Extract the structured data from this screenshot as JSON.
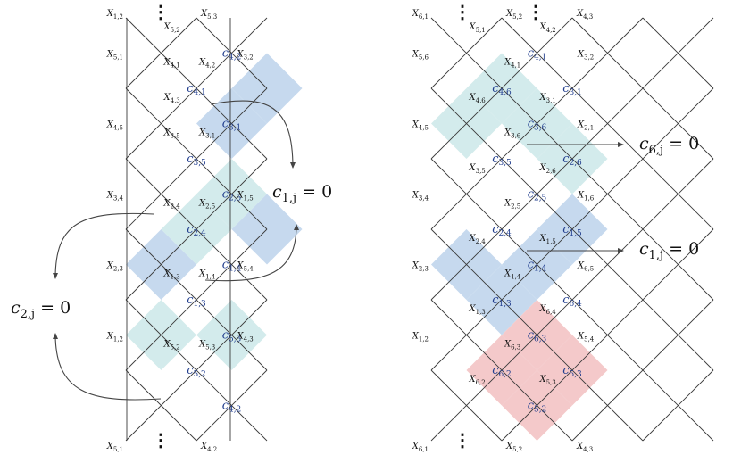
{
  "colors": {
    "blue": "#c6d9ee",
    "teal": "#d3ebec",
    "pink": "#f4c9ca",
    "line": "#3a3a3a",
    "cellLabel": "#24408f"
  },
  "panels": [
    {
      "id": "left",
      "shaded": [
        {
          "cell": [
            1,
            1
          ],
          "color": "blue"
        },
        {
          "cell": [
            1,
            2
          ],
          "color": "blue"
        },
        {
          "cell": [
            1,
            4
          ],
          "color": "teal"
        },
        {
          "cell": [
            0,
            5
          ],
          "color": "teal"
        },
        {
          "cell": [
            1,
            5
          ],
          "color": "blue"
        },
        {
          "cell": [
            0,
            6
          ],
          "color": "blue"
        },
        {
          "cell": [
            0,
            8
          ],
          "color": "teal"
        },
        {
          "cell": [
            1,
            8
          ],
          "color": "teal"
        }
      ],
      "cells": [
        {
          "cell": [
            1,
            0
          ],
          "b": "c",
          "s": "4,2"
        },
        {
          "cell": [
            0,
            1
          ],
          "b": "c",
          "s": "4,1"
        },
        {
          "cell": [
            1,
            2
          ],
          "b": "c",
          "s": "3,1"
        },
        {
          "cell": [
            0,
            3
          ],
          "b": "c",
          "s": "3,5"
        },
        {
          "cell": [
            1,
            4
          ],
          "b": "c",
          "s": "2,5"
        },
        {
          "cell": [
            0,
            5
          ],
          "b": "c",
          "s": "2,4"
        },
        {
          "cell": [
            1,
            6
          ],
          "b": "c",
          "s": "1,4"
        },
        {
          "cell": [
            0,
            7
          ],
          "b": "c",
          "s": "1,3"
        },
        {
          "cell": [
            1,
            8
          ],
          "b": "c",
          "s": "5,3"
        },
        {
          "cell": [
            0,
            9
          ],
          "b": "c",
          "s": "5,2"
        },
        {
          "cell": [
            1,
            10
          ],
          "b": "c",
          "s": "4,2"
        }
      ],
      "labels": [
        {
          "at": "T0",
          "b": "X",
          "s": "1,2"
        },
        {
          "at": "T2",
          "b": "X",
          "s": "5,3"
        },
        {
          "at": "R0",
          "b": "X",
          "s": "5,2"
        },
        {
          "at": "R2",
          "b": "X",
          "s": "4,3"
        },
        {
          "at": "L1",
          "b": "X",
          "s": "5,1"
        },
        {
          "at": "M1",
          "b": "X",
          "s": "4,2"
        },
        {
          "at": "R1",
          "b": "X",
          "s": "4,1"
        },
        {
          "at": "K1",
          "b": "X",
          "s": "3,2"
        },
        {
          "at": "L3",
          "b": "X",
          "s": "4,5"
        },
        {
          "at": "M3",
          "b": "X",
          "s": "3,1"
        },
        {
          "at": "R3",
          "b": "X",
          "s": "3,5"
        },
        {
          "at": "L5",
          "b": "X",
          "s": "3,4"
        },
        {
          "at": "M5",
          "b": "X",
          "s": "2,5"
        },
        {
          "at": "R5",
          "b": "X",
          "s": "2,4"
        },
        {
          "at": "K5",
          "b": "X",
          "s": "1,5"
        },
        {
          "at": "L7",
          "b": "X",
          "s": "2,3"
        },
        {
          "at": "M7",
          "b": "X",
          "s": "1,4"
        },
        {
          "at": "R7",
          "b": "X",
          "s": "1,3"
        },
        {
          "at": "K7",
          "b": "X",
          "s": "5,4"
        },
        {
          "at": "L9",
          "b": "X",
          "s": "1,2"
        },
        {
          "at": "M9",
          "b": "X",
          "s": "5,3"
        },
        {
          "at": "R9",
          "b": "X",
          "s": "5,2"
        },
        {
          "at": "K9",
          "b": "X",
          "s": "4,3"
        },
        {
          "at": "B0",
          "b": "X",
          "s": "5,1"
        },
        {
          "at": "B2",
          "b": "X",
          "s": "4,2"
        }
      ]
    },
    {
      "id": "right",
      "shaded": [
        {
          "cell": [
            0,
            1
          ],
          "color": "teal"
        },
        {
          "cell": [
            0,
            2
          ],
          "color": "teal"
        },
        {
          "cell": [
            1,
            2
          ],
          "color": "teal"
        },
        {
          "cell": [
            1,
            3
          ],
          "color": "teal"
        },
        {
          "cell": [
            1,
            5
          ],
          "color": "blue"
        },
        {
          "cell": [
            1,
            6
          ],
          "color": "blue"
        },
        {
          "cell": [
            0,
            6
          ],
          "color": "blue"
        },
        {
          "cell": [
            0,
            7
          ],
          "color": "blue"
        },
        {
          "cell": [
            1,
            8
          ],
          "color": "pink"
        },
        {
          "cell": [
            0,
            9
          ],
          "color": "pink"
        },
        {
          "cell": [
            1,
            9
          ],
          "color": "pink"
        },
        {
          "cell": [
            1,
            10
          ],
          "color": "pink"
        }
      ],
      "cells": [
        {
          "cell": [
            1,
            0
          ],
          "b": "c",
          "s": "4,1"
        },
        {
          "cell": [
            0,
            1
          ],
          "b": "c",
          "s": "4,6"
        },
        {
          "cell": [
            1,
            1
          ],
          "b": "c",
          "s": "3,1"
        },
        {
          "cell": [
            1,
            2
          ],
          "b": "c",
          "s": "3,6"
        },
        {
          "cell": [
            0,
            3
          ],
          "b": "c",
          "s": "3,5"
        },
        {
          "cell": [
            1,
            3
          ],
          "b": "c",
          "s": "2,6"
        },
        {
          "cell": [
            1,
            4
          ],
          "b": "c",
          "s": "2,5"
        },
        {
          "cell": [
            0,
            5
          ],
          "b": "c",
          "s": "2,4"
        },
        {
          "cell": [
            1,
            5
          ],
          "b": "c",
          "s": "1,5"
        },
        {
          "cell": [
            1,
            6
          ],
          "b": "c",
          "s": "1,4"
        },
        {
          "cell": [
            0,
            7
          ],
          "b": "c",
          "s": "1,3"
        },
        {
          "cell": [
            1,
            7
          ],
          "b": "c",
          "s": "6,4"
        },
        {
          "cell": [
            1,
            8
          ],
          "b": "c",
          "s": "6,3"
        },
        {
          "cell": [
            0,
            9
          ],
          "b": "c",
          "s": "6,2"
        },
        {
          "cell": [
            1,
            9
          ],
          "b": "c",
          "s": "5,3"
        },
        {
          "cell": [
            1,
            10
          ],
          "b": "c",
          "s": "5,2"
        }
      ],
      "labels": [
        {
          "at": "T0",
          "b": "X",
          "s": "6,1"
        },
        {
          "at": "T2",
          "b": "X",
          "s": "5,2"
        },
        {
          "at": "T4",
          "b": "X",
          "s": "4,3"
        },
        {
          "at": "R0",
          "b": "X",
          "s": "5,1"
        },
        {
          "at": "K0",
          "b": "X",
          "s": "4,2"
        },
        {
          "at": "L1",
          "b": "X",
          "s": "5,6"
        },
        {
          "at": "M1",
          "b": "X",
          "s": "4,1"
        },
        {
          "at": "E1",
          "b": "X",
          "s": "3,2"
        },
        {
          "at": "R2",
          "b": "X",
          "s": "4,6"
        },
        {
          "at": "K2",
          "b": "X",
          "s": "3,1"
        },
        {
          "at": "L3",
          "b": "X",
          "s": "4,5"
        },
        {
          "at": "M3",
          "b": "X",
          "s": "3,6"
        },
        {
          "at": "E3",
          "b": "X",
          "s": "2,1"
        },
        {
          "at": "R4",
          "b": "X",
          "s": "3,5"
        },
        {
          "at": "K4",
          "b": "X",
          "s": "2,6"
        },
        {
          "at": "L5",
          "b": "X",
          "s": "3,4"
        },
        {
          "at": "M5",
          "b": "X",
          "s": "2,5"
        },
        {
          "at": "E5",
          "b": "X",
          "s": "1,6"
        },
        {
          "at": "R6",
          "b": "X",
          "s": "2,4"
        },
        {
          "at": "K6",
          "b": "X",
          "s": "1,5"
        },
        {
          "at": "L7",
          "b": "X",
          "s": "2,3"
        },
        {
          "at": "M7",
          "b": "X",
          "s": "1,4"
        },
        {
          "at": "E7",
          "b": "X",
          "s": "6,5"
        },
        {
          "at": "R8",
          "b": "X",
          "s": "1,3"
        },
        {
          "at": "K8",
          "b": "X",
          "s": "6,4"
        },
        {
          "at": "L9",
          "b": "X",
          "s": "1,2"
        },
        {
          "at": "M9",
          "b": "X",
          "s": "6,3"
        },
        {
          "at": "E9",
          "b": "X",
          "s": "5,4"
        },
        {
          "at": "R10",
          "b": "X",
          "s": "6,2"
        },
        {
          "at": "K10",
          "b": "X",
          "s": "5,3"
        },
        {
          "at": "B0",
          "b": "X",
          "s": "6,1"
        },
        {
          "at": "B2",
          "b": "X",
          "s": "5,2"
        },
        {
          "at": "B4",
          "b": "X",
          "s": "4,3"
        }
      ]
    }
  ],
  "equations": [
    {
      "id": "left-c1",
      "base": "c",
      "sub": "1,j",
      "rest": " = 0"
    },
    {
      "id": "left-c2",
      "base": "c",
      "sub": "2,j",
      "rest": " = 0"
    },
    {
      "id": "right-c6",
      "base": "c",
      "sub": "6,j",
      "rest": " = 0"
    },
    {
      "id": "right-c1",
      "base": "c",
      "sub": "1,j",
      "rest": " = 0"
    }
  ]
}
